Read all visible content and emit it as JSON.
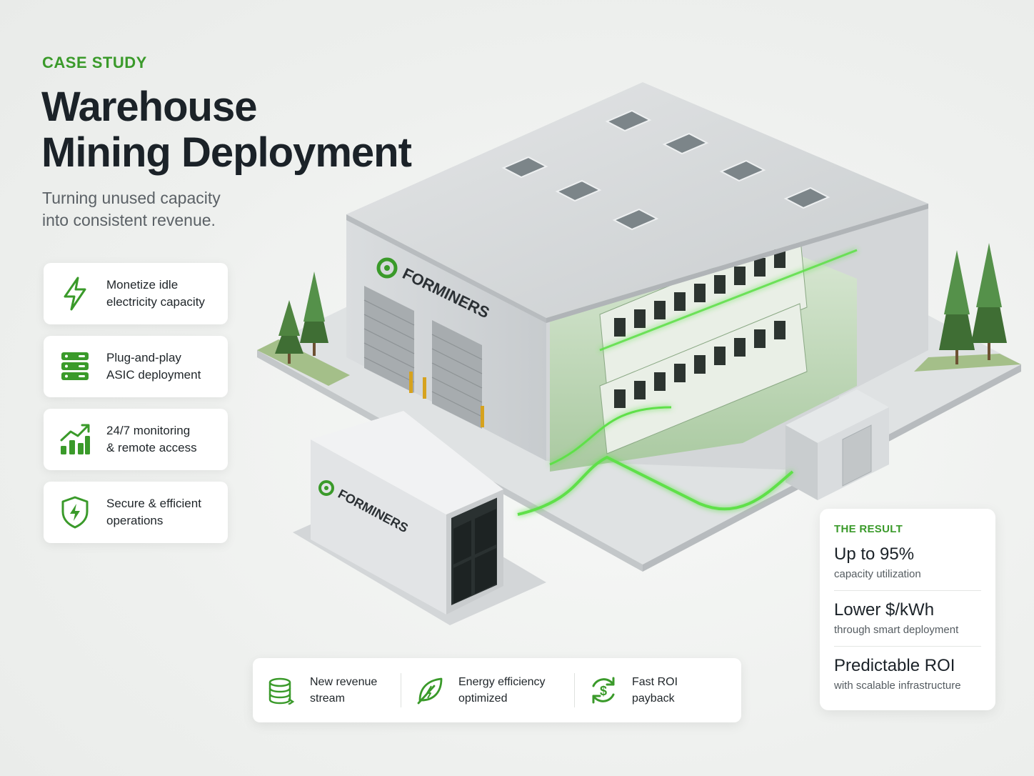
{
  "header": {
    "eyebrow": "CASE STUDY",
    "title_line1": "Warehouse",
    "title_line2": "Mining Deployment",
    "subtitle_line1": "Turning unused capacity",
    "subtitle_line2": "into consistent revenue."
  },
  "features": [
    {
      "icon": "lightning-icon",
      "line1": "Monetize idle",
      "line2": "electricity capacity"
    },
    {
      "icon": "server-icon",
      "line1": "Plug-and-play",
      "line2": "ASIC deployment"
    },
    {
      "icon": "growth-chart-icon",
      "line1": "24/7 monitoring",
      "line2": "& remote access"
    },
    {
      "icon": "shield-bolt-icon",
      "line1": "Secure & efficient",
      "line2": "operations"
    }
  ],
  "brand": {
    "name": "FORMINERS",
    "accent": "#3a9a2a",
    "glow": "#5ee04a"
  },
  "result": {
    "label": "THE RESULT",
    "metrics": [
      {
        "title": "Up to 95%",
        "sub": "capacity utilization"
      },
      {
        "title": "Lower $/kWh",
        "sub": "through smart deployment"
      },
      {
        "title": "Predictable ROI",
        "sub": "with scalable infrastructure"
      }
    ]
  },
  "bottom": [
    {
      "icon": "coin-stack-icon",
      "line1": "New revenue",
      "line2": "stream"
    },
    {
      "icon": "leaf-icon",
      "line1": "Energy efficiency",
      "line2": "optimized"
    },
    {
      "icon": "dollar-cycle-icon",
      "line1": "Fast ROI",
      "line2": "payback"
    }
  ]
}
